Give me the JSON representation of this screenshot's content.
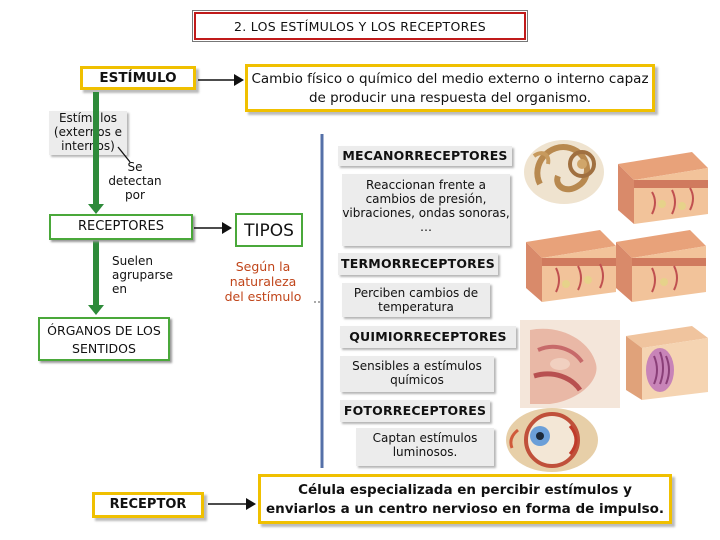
{
  "title": "2. LOS ESTÍMULOS Y LOS RECEPTORES",
  "left": {
    "estimulo": "ESTÍMULO",
    "estimulos_tipo": "Estímulos (externos e internos)",
    "se_detectan": "Se detectan por",
    "receptores": "RECEPTORES",
    "suelen": "Suelen agruparse en",
    "organos": "ÓRGANOS DE LOS SENTIDOS"
  },
  "definition": "Cambio físico o químico del medio externo o interno capaz de producir una respuesta del organismo.",
  "tipos": {
    "label": "TIPOS",
    "criterion": "Según la naturaleza del estímulo"
  },
  "types": [
    {
      "name": "MECANORRECEPTORES",
      "description": "Reaccionan frente a cambios de presión, vibraciones, ondas sonoras, …"
    },
    {
      "name": "TERMORRECEPTORES",
      "description": "Perciben cambios de temperatura"
    },
    {
      "name": "QUIMIORRECEPTORES",
      "description": "Sensibles a estímulos químicos"
    },
    {
      "name": "FOTORRECEPTORES",
      "description": "Captan estímulos luminosos."
    }
  ],
  "bottom": {
    "receptor": "RECEPTOR",
    "cell_definition": "Célula especializada en percibir estímulos y enviarlos a un centro nervioso en forma de impulso."
  },
  "colors": {
    "title_border": "#c01a1a",
    "box_yellow": "#f0c000",
    "box_green": "#4aa83a",
    "arrow_green": "#2e8b3a",
    "text_orange": "#c0451a",
    "divider_blue": "#5570a8"
  },
  "icons": [
    "ear-illustration",
    "skin-section-illustration",
    "nose-mouth-section-illustration",
    "taste-bud-illustration",
    "eye-section-illustration"
  ]
}
